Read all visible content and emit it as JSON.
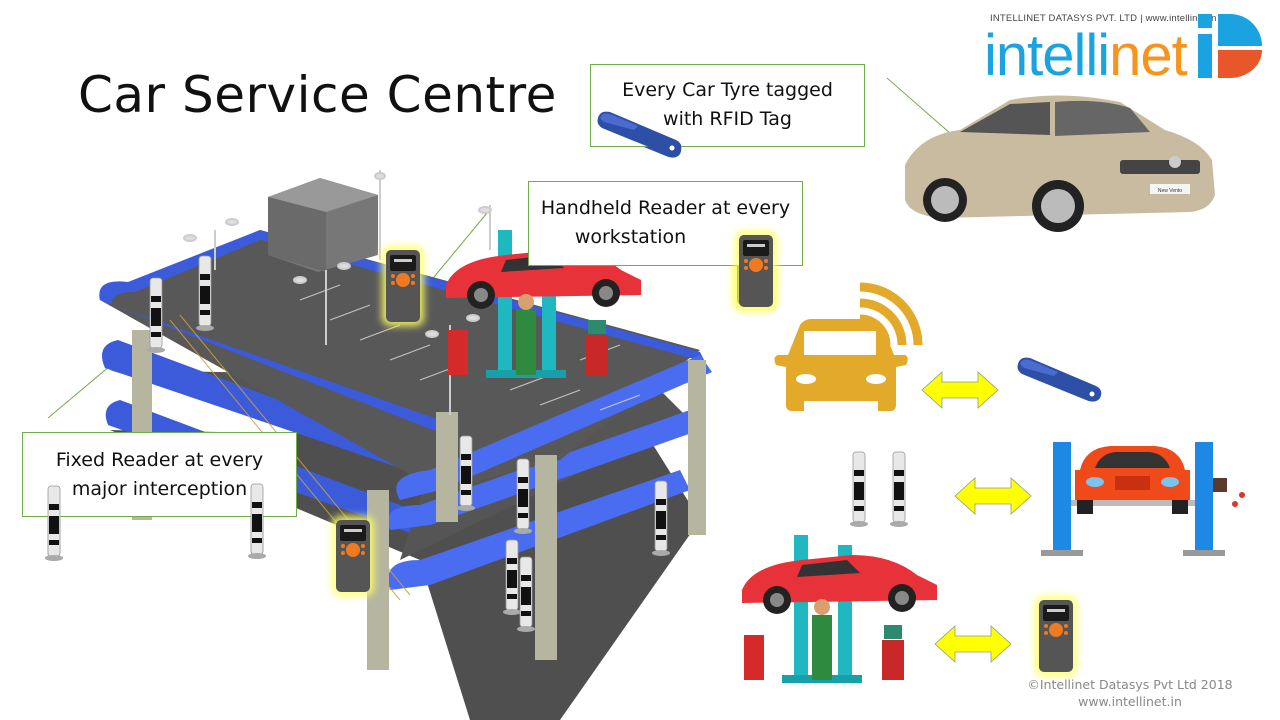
{
  "slide": {
    "title": "Car Service Centre"
  },
  "logo": {
    "tagline": "INTELLINET DATASYS PVT. LTD | www.intellinet.in",
    "word_part1": "intelli",
    "word_part2": "net",
    "brand_blue": "#1aa3e0",
    "brand_orange": "#f7941d",
    "brand_red": "#e8572a"
  },
  "callouts": {
    "tyre_tag": {
      "line1": "Every Car Tyre tagged",
      "line2": "with RFID Tag"
    },
    "handheld": {
      "line1": "Handheld Reader at every",
      "line2": "workstation"
    },
    "fixed": {
      "line1": "Fixed Reader at every",
      "line2": "major interception"
    }
  },
  "car_badge": "New Vento",
  "footer": {
    "copyright": "©Intellinet Datasys Pvt Ltd 2018",
    "website": "www.intellinet.in"
  },
  "colors": {
    "callout_border": "#70ad47",
    "arrow_fill": "#ffff00",
    "car_icon": "#e3a92a",
    "rfid_tag": "#2e4fa6",
    "building_blue": "#3b5bdb",
    "floor_gray": "#555555"
  }
}
